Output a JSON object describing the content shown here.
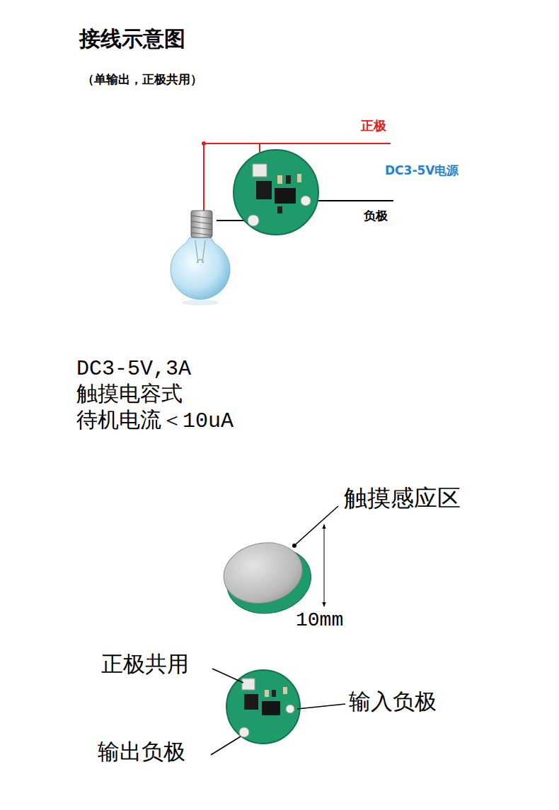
{
  "diagram": {
    "title": "接线示意图",
    "labels": [
      "（单输出，正极共用）",
      "正极",
      "DC3-5V电源",
      "负极",
      "DC3-5V,3A",
      "触摸电容式",
      "待机电流＜10uA",
      "触摸感应区",
      "10mm",
      "正极共用",
      "输入负极",
      "输出负极"
    ]
  }
}
